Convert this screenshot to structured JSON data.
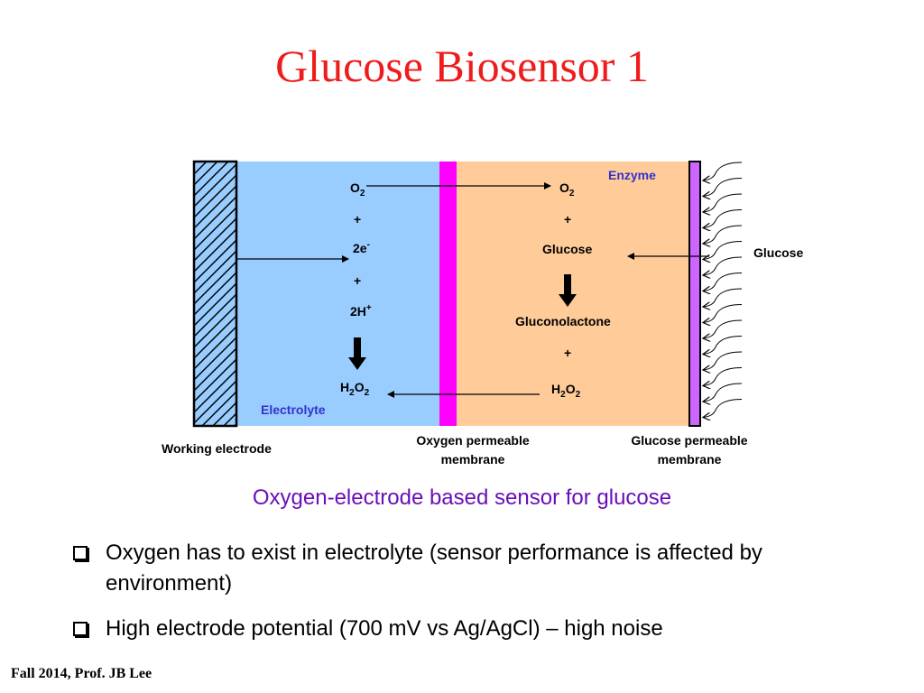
{
  "title": "Glucose Biosensor 1",
  "diagram": {
    "enzyme_label": "Enzyme",
    "electrolyte_label": "Electrolyte",
    "glucose_outside": "Glucose",
    "left_reaction": {
      "o2": {
        "base": "O",
        "sub": "2"
      },
      "plus1": "+",
      "e": {
        "base": "2e",
        "sup": "-"
      },
      "plus2": "+",
      "h": {
        "base": "2H",
        "sup": "+"
      },
      "h2o2": {
        "a": "H",
        "b": "2",
        "c": "O",
        "d": "2"
      }
    },
    "right_reaction": {
      "o2": {
        "base": "O",
        "sub": "2"
      },
      "plus1": "+",
      "glucose": "Glucose",
      "gluconolactone": "Gluconolactone",
      "plus2": "+",
      "h2o2": {
        "a": "H",
        "b": "2",
        "c": "O",
        "d": "2"
      }
    },
    "bottom_labels": {
      "working_electrode": "Working electrode",
      "oxygen_membrane_line1": "Oxygen permeable",
      "oxygen_membrane_line2": "membrane",
      "glucose_membrane_line1": "Glucose permeable",
      "glucose_membrane_line2": "membrane"
    },
    "colors": {
      "electrolyte": "#99ccff",
      "enzyme": "#ffcc99",
      "oxygen_membrane": "#ff00ff",
      "glucose_membrane": "#cc66ff",
      "label_blue": "#3333cc"
    }
  },
  "caption": "Oxygen-electrode based sensor for glucose",
  "bullets": [
    "Oxygen has to exist in electrolyte (sensor performance is affected by environment)",
    "High electrode potential (700 mV vs Ag/AgCl) – high noise"
  ],
  "footer": "Fall 2014, Prof. JB Lee"
}
